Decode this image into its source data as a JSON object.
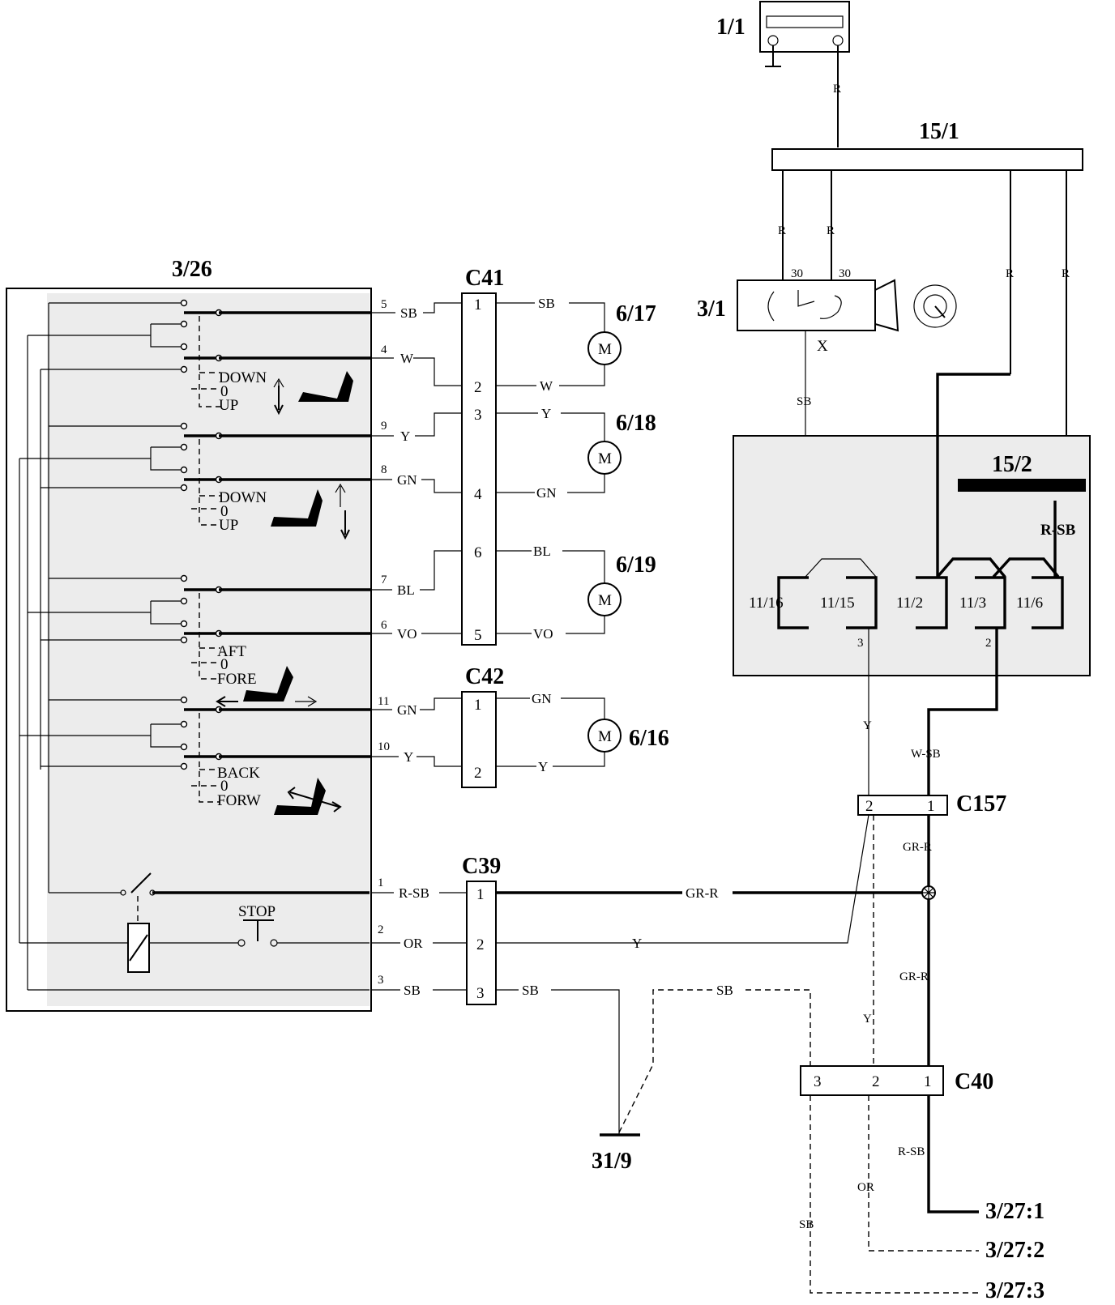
{
  "components": {
    "battery": "1/1",
    "fuse_box_main": "15/1",
    "ignition_switch": "3/1",
    "seat_switch": "3/26",
    "relay_box": "15/2",
    "ground": "31/9",
    "motor_1": "6/17",
    "motor_2": "6/18",
    "motor_3": "6/19",
    "motor_4": "6/16",
    "motor_symbol": "M"
  },
  "connectors": {
    "c41": "C41",
    "c42": "C42",
    "c39": "C39",
    "c157": "C157",
    "c40": "C40"
  },
  "pins": {
    "c41": [
      "1",
      "2",
      "3",
      "4",
      "6",
      "5"
    ],
    "c42": [
      "1",
      "2"
    ],
    "c39": [
      "1",
      "2",
      "3"
    ],
    "c157": [
      "2",
      "1"
    ],
    "c40": [
      "3",
      "2",
      "1"
    ],
    "ign_30a": "30",
    "ign_30b": "30",
    "ign_x": "X",
    "switch_pins": [
      "5",
      "4",
      "9",
      "8",
      "7",
      "6",
      "11",
      "10",
      "1",
      "2",
      "3"
    ],
    "relay_pin_3": "3",
    "relay_pin_2": "2"
  },
  "fuses": [
    "11/16",
    "11/15",
    "11/2",
    "11/3",
    "11/6"
  ],
  "switch_labels": {
    "down1": "DOWN",
    "zero1": "0",
    "up1": "UP",
    "down2": "DOWN",
    "zero2": "0",
    "up2": "UP",
    "aft": "AFT",
    "zero3": "0",
    "fore": "FORE",
    "back": "BACK",
    "zero4": "0",
    "forw": "FORW",
    "stop": "STOP"
  },
  "wire_colors": {
    "batt_r": "R",
    "fuse_r1": "R",
    "fuse_r2": "R",
    "fuse_r3": "R",
    "fuse_r4": "R",
    "ign_sb": "SB",
    "relay_rsb": "R-SB",
    "sw5": "SB",
    "sw4": "W",
    "sw9": "Y",
    "sw8": "GN",
    "sw7": "BL",
    "sw6": "VO",
    "sw11": "GN",
    "sw10": "Y",
    "sw1": "R-SB",
    "sw2": "OR",
    "sw3": "SB",
    "m17a": "SB",
    "m17b": "W",
    "m18a": "Y",
    "m18b": "GN",
    "m19a": "BL",
    "m19b": "VO",
    "m16a": "GN",
    "m16b": "Y",
    "c39_1": "GR-R",
    "c39_2": "Y",
    "c39_3": "SB",
    "gnd_sb": "SB",
    "y_relay": "Y",
    "wsb": "W-SB",
    "grr1": "GR-R",
    "grr2": "GR-R",
    "y_c40": "Y",
    "rsb_out": "R-SB",
    "or_out": "OR",
    "sb_out": "SB"
  },
  "outputs": [
    "3/27:1",
    "3/27:2",
    "3/27:3"
  ]
}
